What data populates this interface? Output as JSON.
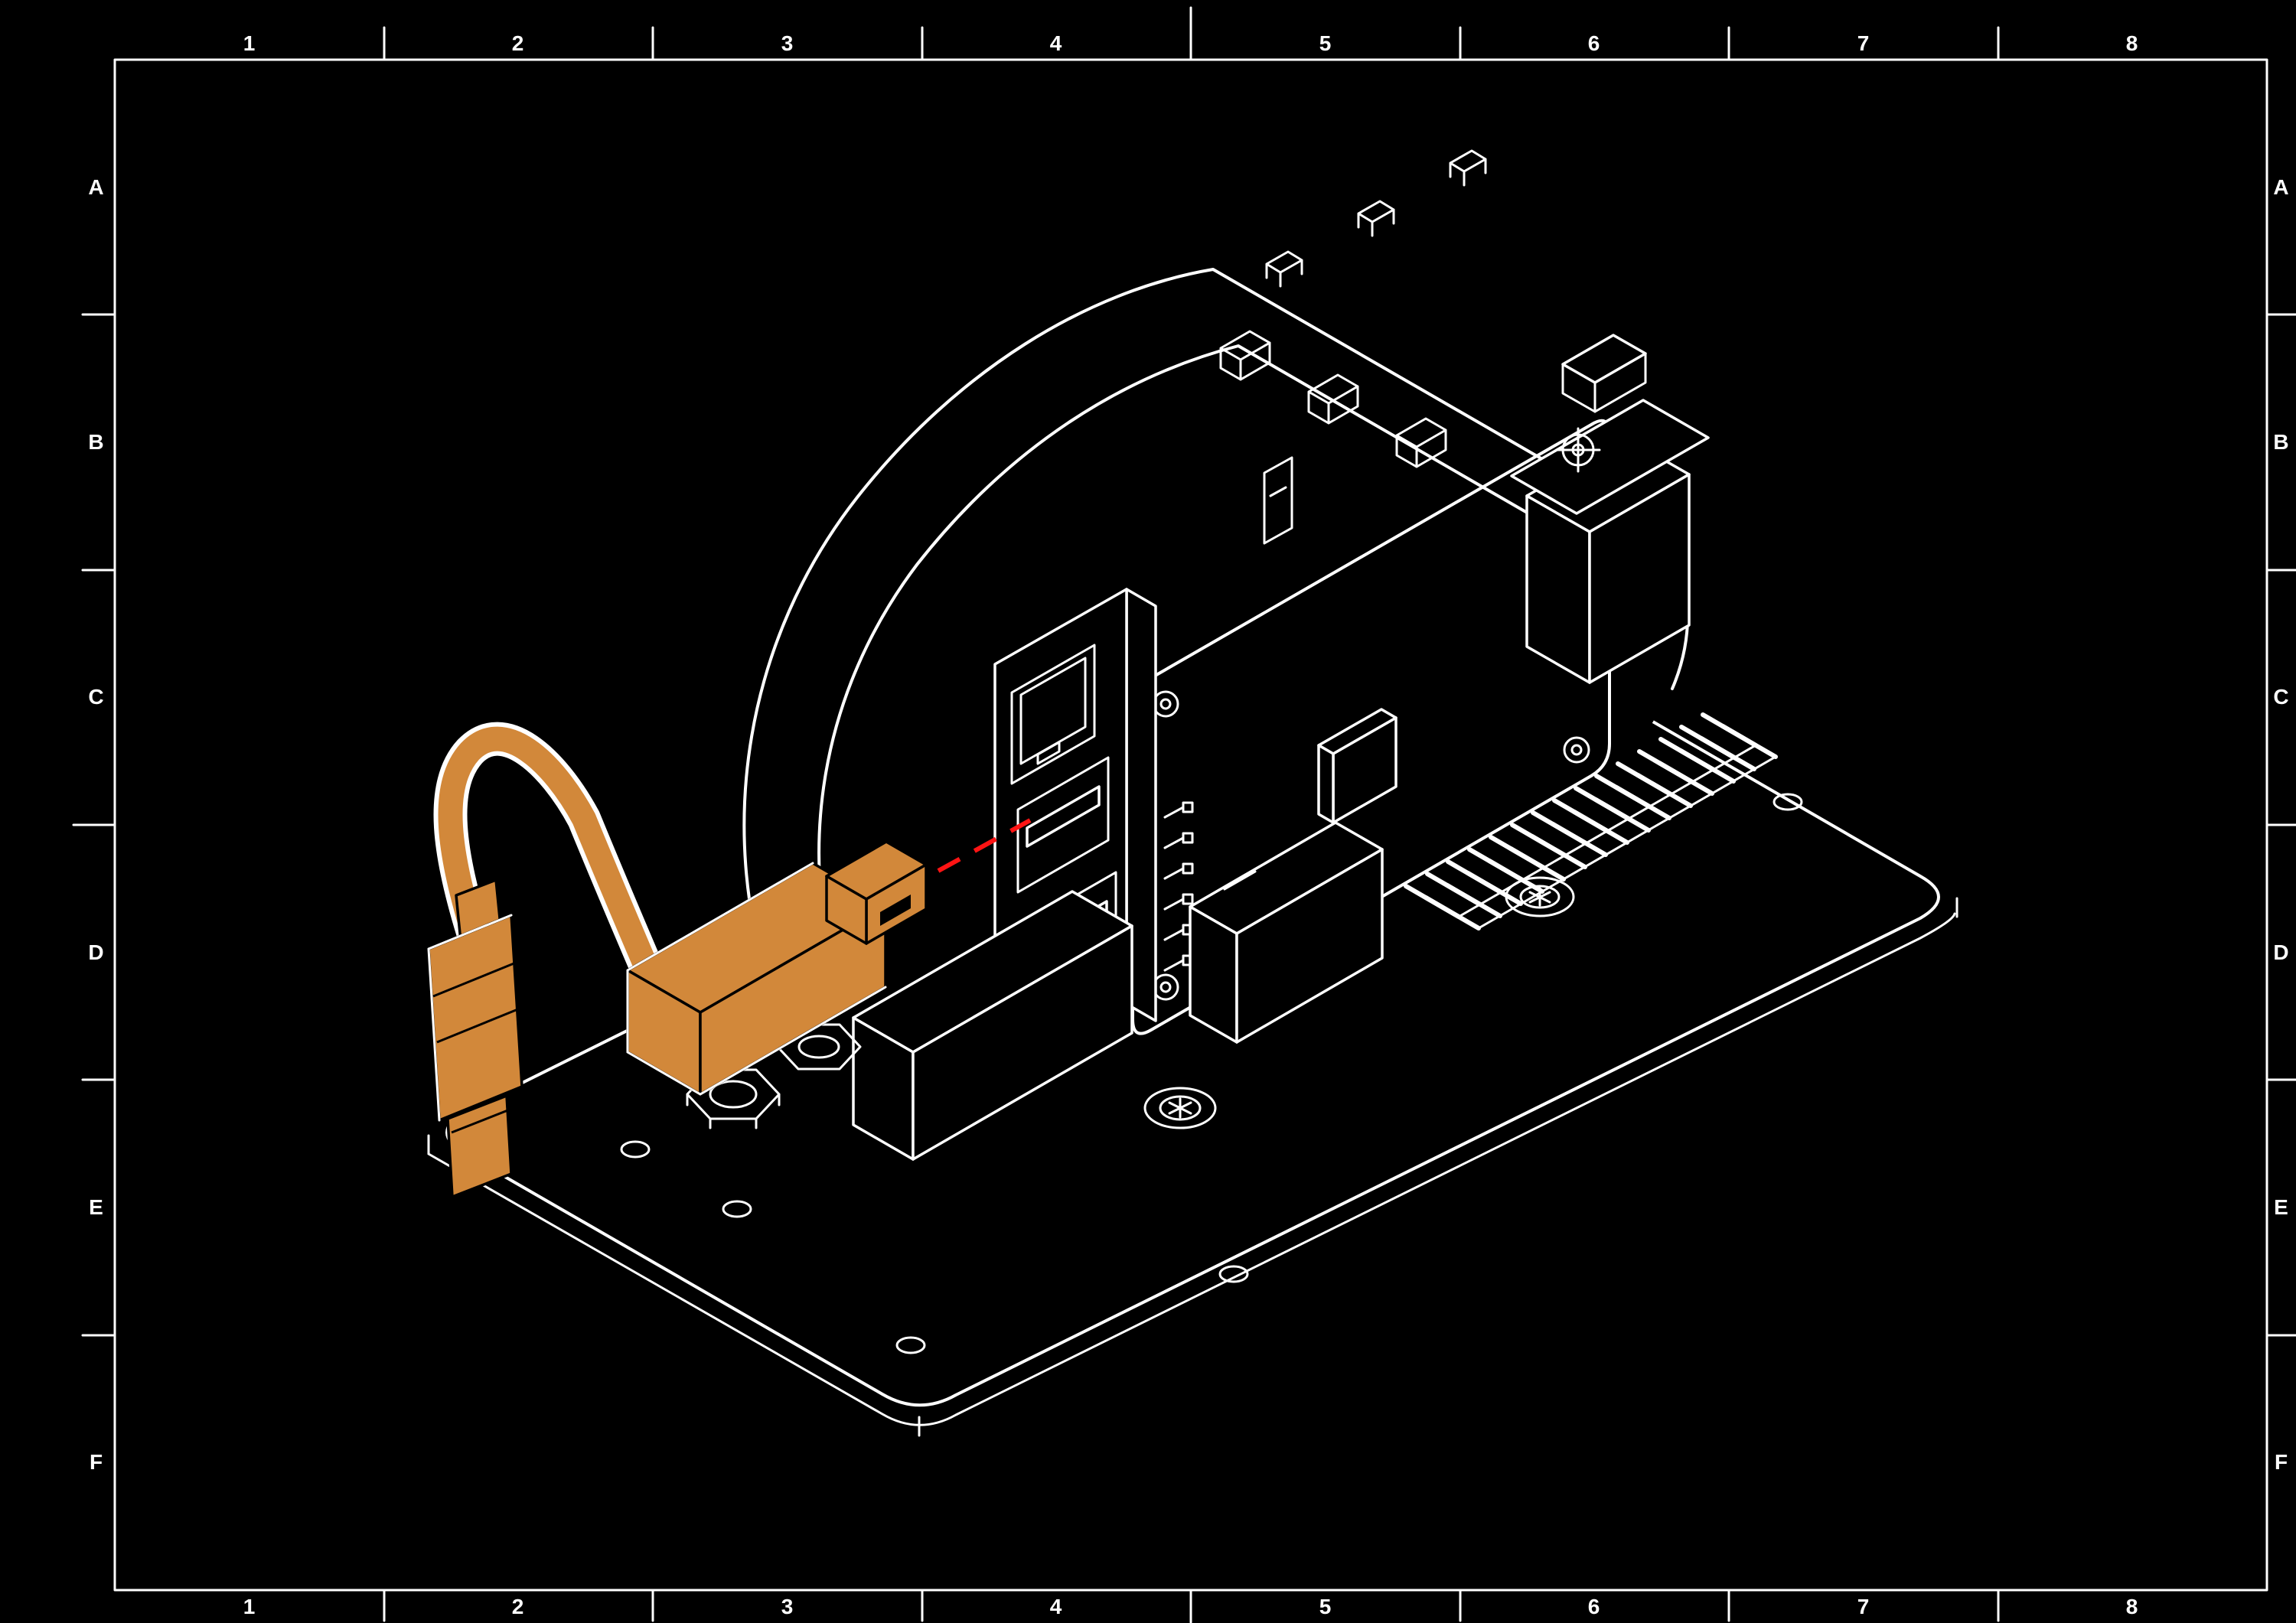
{
  "page": {
    "background": "#000000"
  },
  "frame": {
    "line_color": "#ffffff",
    "columns": [
      "1",
      "2",
      "3",
      "4",
      "5",
      "6",
      "7",
      "8"
    ],
    "rows": [
      "A",
      "B",
      "C",
      "D",
      "E",
      "F"
    ]
  },
  "drawing": {
    "type": "isometric-assembly-drawing",
    "line_color": "#ffffff",
    "highlight_color": "#d2883a",
    "guide_color": "#ff1414",
    "background": "#000000"
  }
}
